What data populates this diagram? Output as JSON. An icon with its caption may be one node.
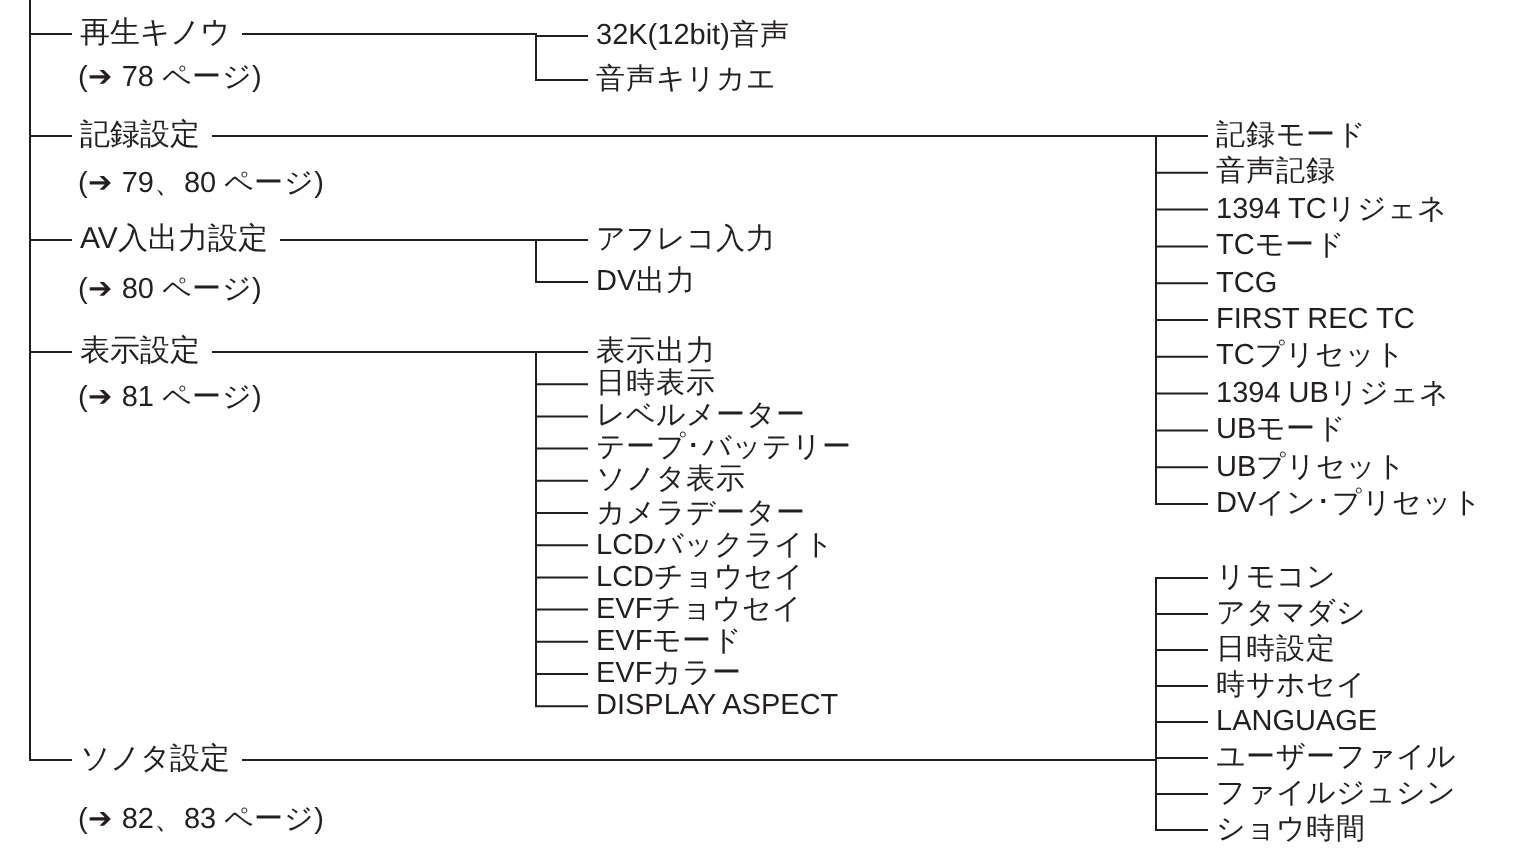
{
  "diagram": {
    "nodes": [
      {
        "text": [
          "再生キノウ"
        ],
        "beside": [
          "(➔ 78 ページ)"
        ]
      },
      {
        "text": [
          "32K(12bit)音声"
        ]
      },
      {
        "text": [
          "音声キリカエ"
        ]
      },
      {
        "text": [
          "記録設定"
        ],
        "beside": [
          "(➔ 79、80 ページ)"
        ]
      },
      {
        "text": [
          "記録モード"
        ]
      },
      {
        "text": [
          "音声記録"
        ]
      },
      {
        "text": [
          "1394 TCリジェネ"
        ]
      },
      {
        "text": [
          "TCモード"
        ]
      },
      {
        "text": [
          "TCG"
        ]
      },
      {
        "text": [
          "FIRST REC TC"
        ]
      },
      {
        "text": [
          "TCプリセット"
        ]
      },
      {
        "text": [
          "1394 UBリジェネ"
        ]
      },
      {
        "text": [
          "UBモード"
        ]
      },
      {
        "text": [
          "UBプリセット"
        ]
      },
      {
        "text": [
          "DVイン･プリセット"
        ]
      },
      {
        "text": [
          "AV入出力設定"
        ],
        "beside": [
          "(➔ 80 ページ)"
        ]
      },
      {
        "text": [
          "アフレコ入力"
        ]
      },
      {
        "text": [
          "DV出力"
        ]
      },
      {
        "text": [
          "表示設定"
        ],
        "beside": [
          "(➔ 81 ページ)"
        ]
      },
      {
        "text": [
          "表示出力"
        ]
      },
      {
        "text": [
          "日時表示"
        ]
      },
      {
        "text": [
          "レベルメーター"
        ]
      },
      {
        "text": [
          "テープ･バッテリー"
        ]
      },
      {
        "text": [
          "ソノタ表示"
        ]
      },
      {
        "text": [
          "カメラデーター"
        ]
      },
      {
        "text": [
          "LCDバックライト"
        ]
      },
      {
        "text": [
          "LCDチョウセイ"
        ]
      },
      {
        "text": [
          "EVFチョウセイ"
        ]
      },
      {
        "text": [
          "EVFモード"
        ]
      },
      {
        "text": [
          "EVFカラー"
        ]
      },
      {
        "text": [
          "DISPLAY ASPECT"
        ]
      },
      {
        "text": [
          "ソノタ設定"
        ],
        "beside": [
          "(➔ 82、83 ページ)"
        ]
      },
      {
        "text": [
          "リモコン"
        ]
      },
      {
        "text": [
          "アタマダシ"
        ]
      },
      {
        "text": [
          "日時設定"
        ]
      },
      {
        "text": [
          "時サホセイ"
        ]
      },
      {
        "text": [
          "LANGUAGE"
        ]
      },
      {
        "text": [
          "ユーザーファイル"
        ]
      },
      {
        "text": [
          "ファイルジュシン"
        ]
      },
      {
        "text": [
          "ショウ時間"
        ]
      }
    ],
    "edges": [
      {
        "from": null,
        "to": 0,
        "arrow": "none"
      },
      {
        "from": null,
        "to": 3,
        "arrow": "none"
      },
      {
        "from": null,
        "to": 15,
        "arrow": "none"
      },
      {
        "from": null,
        "to": 18,
        "arrow": "none"
      },
      {
        "from": null,
        "to": 31,
        "arrow": "none"
      },
      {
        "from": 0,
        "to": 1,
        "arrow": "none"
      },
      {
        "from": 0,
        "to": 2,
        "arrow": "none"
      },
      {
        "from": 3,
        "to": 4,
        "arrow": "none"
      },
      {
        "from": 3,
        "to": 5,
        "arrow": "none"
      },
      {
        "from": 3,
        "to": 6,
        "arrow": "none"
      },
      {
        "from": 3,
        "to": 7,
        "arrow": "none"
      },
      {
        "from": 3,
        "to": 8,
        "arrow": "none"
      },
      {
        "from": 3,
        "to": 9,
        "arrow": "none"
      },
      {
        "from": 3,
        "to": 10,
        "arrow": "none"
      },
      {
        "from": 3,
        "to": 11,
        "arrow": "none"
      },
      {
        "from": 3,
        "to": 12,
        "arrow": "none"
      },
      {
        "from": 3,
        "to": 13,
        "arrow": "none"
      },
      {
        "from": 3,
        "to": 14,
        "arrow": "none"
      },
      {
        "from": 15,
        "to": 16,
        "arrow": "none"
      },
      {
        "from": 15,
        "to": 17,
        "arrow": "none"
      },
      {
        "from": 18,
        "to": 19,
        "arrow": "none"
      },
      {
        "from": 18,
        "to": 20,
        "arrow": "none"
      },
      {
        "from": 18,
        "to": 21,
        "arrow": "none"
      },
      {
        "from": 18,
        "to": 22,
        "arrow": "none"
      },
      {
        "from": 18,
        "to": 23,
        "arrow": "none"
      },
      {
        "from": 18,
        "to": 24,
        "arrow": "none"
      },
      {
        "from": 18,
        "to": 25,
        "arrow": "none"
      },
      {
        "from": 18,
        "to": 26,
        "arrow": "none"
      },
      {
        "from": 18,
        "to": 27,
        "arrow": "none"
      },
      {
        "from": 18,
        "to": 28,
        "arrow": "none"
      },
      {
        "from": 18,
        "to": 29,
        "arrow": "none"
      },
      {
        "from": 18,
        "to": 30,
        "arrow": "none"
      },
      {
        "from": 31,
        "to": 32,
        "arrow": "none"
      },
      {
        "from": 31,
        "to": 33,
        "arrow": "none"
      },
      {
        "from": 31,
        "to": 34,
        "arrow": "none"
      },
      {
        "from": 31,
        "to": 35,
        "arrow": "none"
      },
      {
        "from": 31,
        "to": 36,
        "arrow": "none"
      },
      {
        "from": 31,
        "to": 37,
        "arrow": "none"
      },
      {
        "from": 31,
        "to": 38,
        "arrow": "none"
      },
      {
        "from": 31,
        "to": 39,
        "arrow": "none"
      }
    ]
  }
}
